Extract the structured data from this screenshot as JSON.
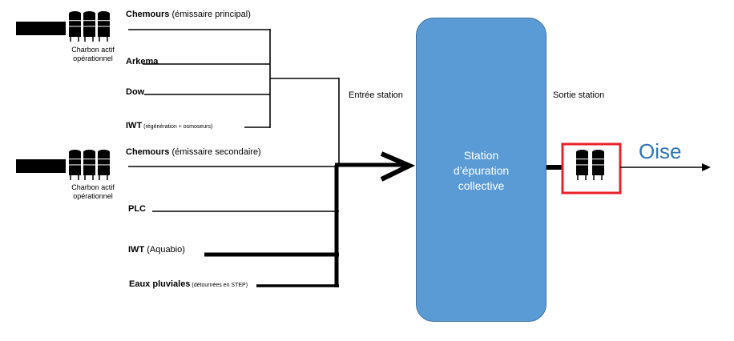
{
  "sources": [
    {
      "bold": "Chemours",
      "detail": " (émissaire principal)",
      "detail_small": false
    },
    {
      "bold": "Arkema",
      "detail": "",
      "detail_small": false
    },
    {
      "bold": "Dow",
      "detail": "",
      "detail_small": false
    },
    {
      "bold": "IWT",
      "detail": " (régénération + osmoseurs)",
      "detail_small": true
    },
    {
      "bold": "Chemours",
      "detail": " (émissaire secondaire)",
      "detail_small": false
    },
    {
      "bold": "PLC",
      "detail": "",
      "detail_small": false
    },
    {
      "bold": "IWT",
      "detail": " (Aquabio)",
      "detail_small": false
    },
    {
      "bold": "Eaux pluviales",
      "detail": " (détournées en STEP)",
      "detail_small": true
    }
  ],
  "filters": [
    {
      "label_line1": "Charbon actif",
      "label_line2": "opérationnel"
    },
    {
      "label_line1": "Charbon actif",
      "label_line2": "opérationnel"
    }
  ],
  "inlet_label": "Entrée station",
  "outlet_label": "Sortie station",
  "station": {
    "line1": "Station",
    "line2": "d’épuration",
    "line3": "collective"
  },
  "river": "Oise",
  "colors": {
    "station_fill": "#5b9bd5",
    "river_text": "#2e75b6",
    "highlight_box": "#e8212a"
  }
}
